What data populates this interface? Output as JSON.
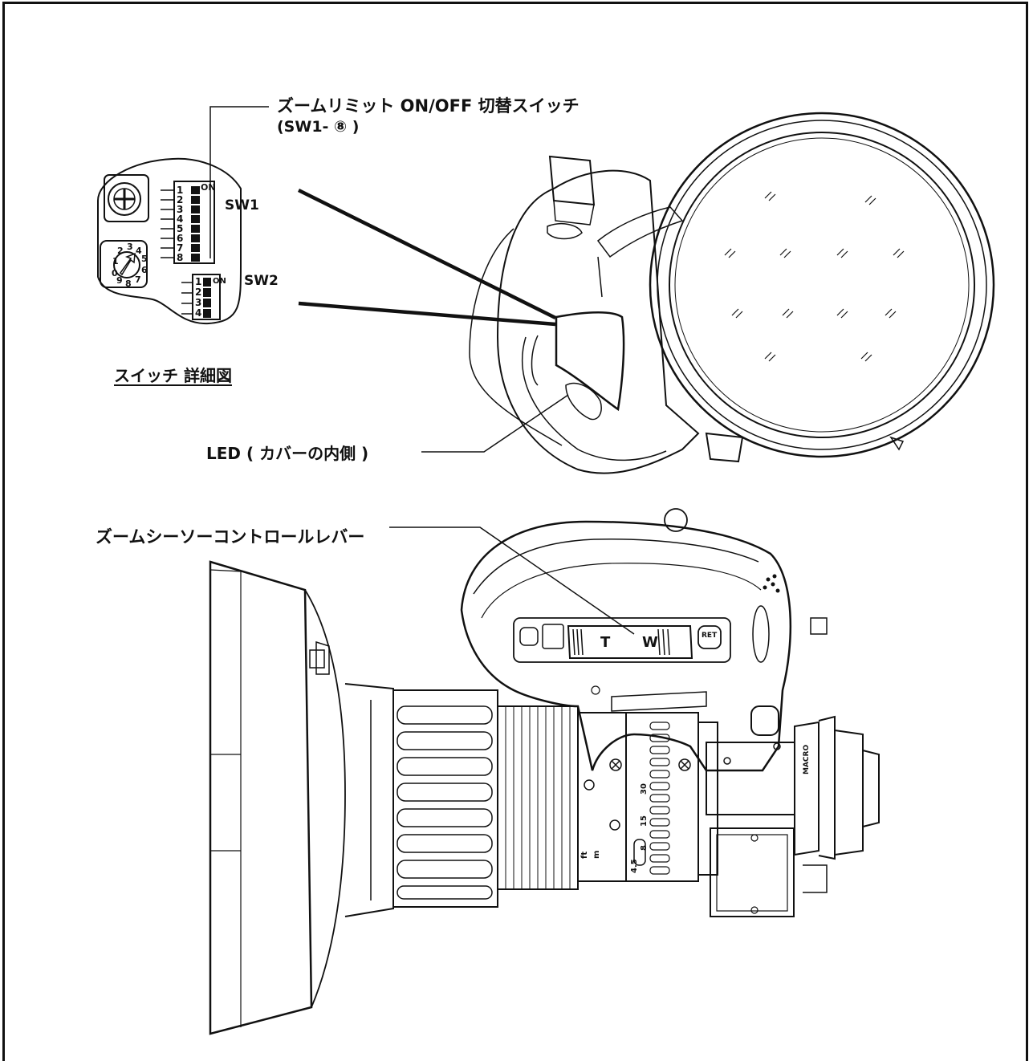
{
  "callouts": {
    "zoom_limit_switch": "ズームリミット ON/OFF 切替スイッチ",
    "zoom_limit_switch_id": "(SW1- ⑧ )",
    "sw1": "SW1",
    "sw2": "SW2",
    "switch_detail": "スイッチ 詳細図",
    "led": "LED ( カバーの内側 )",
    "zoom_seesaw_lever": "ズームシーソーコントロールレバー"
  },
  "switch_labels": {
    "on": "ON",
    "sw1_numbers": [
      "1",
      "2",
      "3",
      "4",
      "5",
      "6",
      "7",
      "8"
    ],
    "sw2_numbers": [
      "1",
      "2",
      "3",
      "4"
    ],
    "rotary_digits": [
      "0",
      "1",
      "2",
      "3",
      "4",
      "5",
      "6",
      "7",
      "8",
      "9"
    ]
  },
  "lens_markings": {
    "lever_T": "T",
    "lever_W": "W",
    "ret_button": "RET",
    "macro": "MACRO",
    "focus_scale": [
      "4.5",
      "8",
      "15",
      "30"
    ],
    "distance_units": [
      "ft",
      "m"
    ]
  },
  "colors": {
    "line": "#111111",
    "background": "#ffffff"
  }
}
